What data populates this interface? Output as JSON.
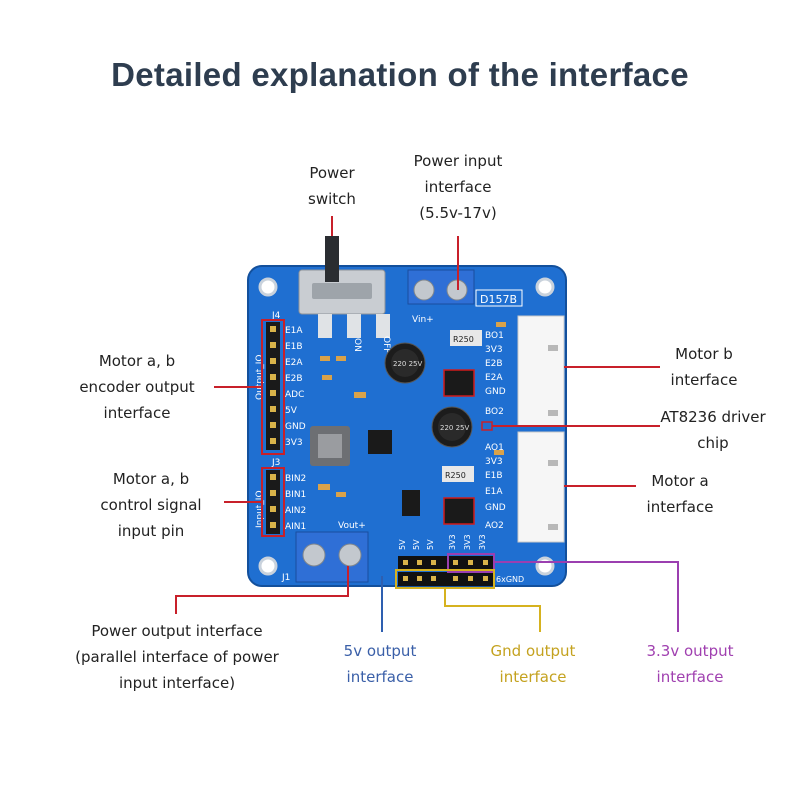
{
  "title": "Detailed explanation of the interface",
  "board": {
    "model": "D157B",
    "j4_header": "J4",
    "j3_header": "J3",
    "output_io": "Output_IO",
    "input_io": "Input_IO",
    "j4_pins": [
      "E1A",
      "E1B",
      "E2A",
      "E2B",
      "ADC",
      "5V",
      "GND",
      "3V3"
    ],
    "j3_pins": [
      "BIN2",
      "BIN1",
      "AIN2",
      "AIN1"
    ],
    "right_pins_top": [
      "BO1",
      "3V3",
      "E2B",
      "E2A",
      "GND",
      "BO2"
    ],
    "right_pins_bottom": [
      "AO1",
      "3V3",
      "E1B",
      "E1A",
      "GND",
      "AO2"
    ],
    "vin_label": "Vin+",
    "vout_label": "Vout+",
    "chip_label": "R250",
    "cap_label": "220 25V",
    "bottom_pins": [
      "5V",
      "5V",
      "5V",
      "3V3",
      "3V3",
      "3V3"
    ],
    "gnd_label": "6xGND",
    "switch_labels": [
      "ON",
      "OFF"
    ],
    "j1_label": "J1"
  },
  "labels": {
    "power_switch": [
      "Power",
      "switch"
    ],
    "power_input": [
      "Power input",
      "interface",
      "(5.5v-17v)"
    ],
    "encoder_output": [
      "Motor a, b",
      "encoder output",
      "interface"
    ],
    "control_signal": [
      "Motor a, b",
      "control signal",
      "input pin"
    ],
    "motor_b": [
      "Motor b",
      "interface"
    ],
    "driver_chip": [
      "AT8236 driver",
      "chip"
    ],
    "motor_a": [
      "Motor a",
      "interface"
    ],
    "power_output": [
      "Power output interface",
      "(parallel interface of power",
      "input interface)"
    ],
    "v5_output": [
      "5v output",
      "interface"
    ],
    "gnd_output": [
      "Gnd output",
      "interface"
    ],
    "v33_output": [
      "3.3v output",
      "interface"
    ]
  },
  "colors": {
    "pcb": "#1f6fd1",
    "pcb_edge": "#13509c",
    "red_line": "#c8202a",
    "blue_line": "#2e5fb0",
    "gold_line": "#d6b21f",
    "purple_line": "#9b3fb0",
    "title": "#2e3d4f"
  }
}
